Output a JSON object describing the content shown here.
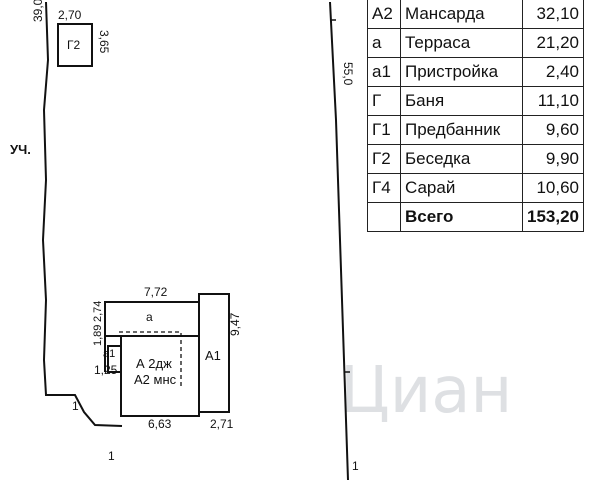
{
  "plan": {
    "plot_label": "УЧ.",
    "left_boundary_dim": "39,0",
    "right_boundary_dim": "55,0",
    "small_one_left": "1",
    "small_one_bottom": "1",
    "small_one_right": "1",
    "g2": {
      "code": "Г2",
      "width": "2,70",
      "length": "3,65"
    },
    "house": {
      "top_width": "7,72",
      "terrace_code": "а",
      "left_dim_a": "1,89",
      "left_dim_b": "2,74",
      "a1_code": "а1",
      "a1_dim": "1,25",
      "main_line1": "А 2дж",
      "main_line2": "А2 мнс",
      "a1_block": "А1",
      "right_dim": "9,47",
      "bottom_width": "6,63",
      "a1_width": "2,71"
    },
    "watermark": "Циан"
  },
  "area_table": {
    "rows": [
      {
        "code": "А2",
        "name": "Мансарда",
        "area": "32,10"
      },
      {
        "code": "а",
        "name": "Терраса",
        "area": "21,20"
      },
      {
        "code": "а1",
        "name": "Пристройка",
        "area": "2,40"
      },
      {
        "code": "Г",
        "name": "Баня",
        "area": "11,10"
      },
      {
        "code": "Г1",
        "name": "Предбанник",
        "area": "9,60"
      },
      {
        "code": "Г2",
        "name": "Беседка",
        "area": "9,90"
      },
      {
        "code": "Г4",
        "name": "Сарай",
        "area": "10,60"
      }
    ],
    "total": {
      "code": "",
      "name": "Всего",
      "area": "153,20"
    }
  }
}
